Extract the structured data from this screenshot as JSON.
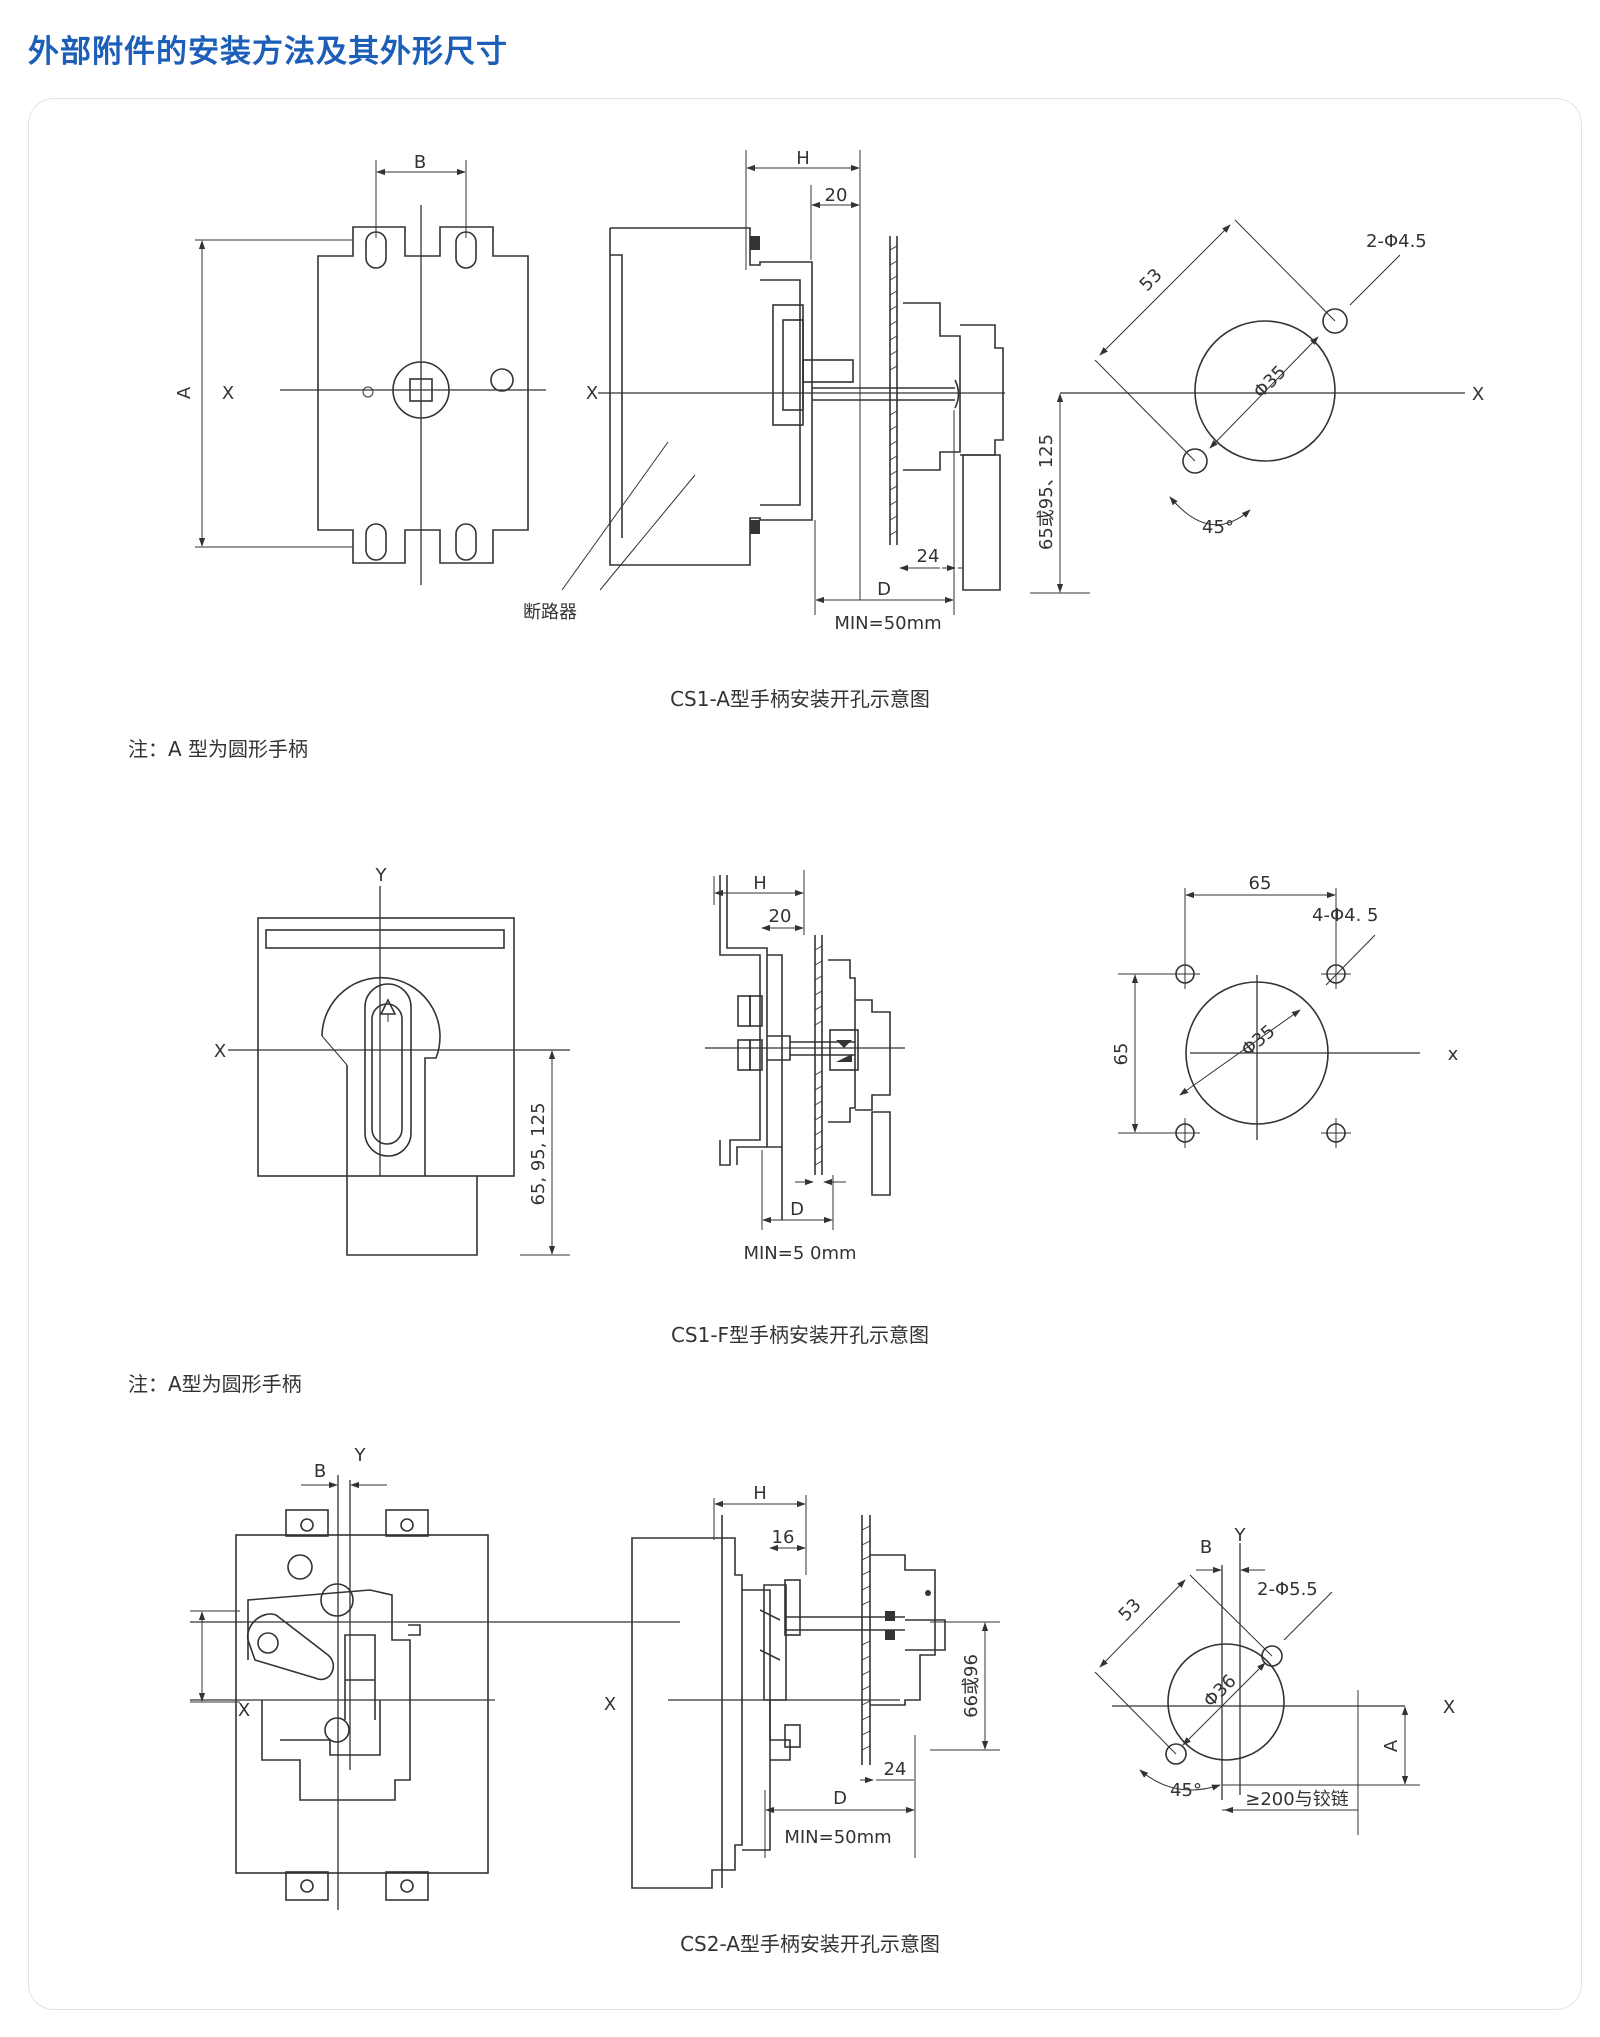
{
  "page": {
    "title": "外部附件的安装方法及其外形尺寸"
  },
  "section_a": {
    "caption": "CS1-A型手柄安装开孔示意图",
    "note": "注：A 型为圆形手柄",
    "front": {
      "dim_b": "B",
      "dim_a": "A",
      "axis_x": "X"
    },
    "side": {
      "dim_h": "H",
      "dim_20": "20",
      "dim_24": "24",
      "dim_d": "D",
      "min_text": "MIN=50mm",
      "axis_x": "X",
      "breaker_label": "断路器"
    },
    "cutout": {
      "dim_53": "53",
      "hole_label": "2-Φ4.5",
      "dia_label": "Φ35",
      "angle_label": "45°",
      "height_label": "65或95、125",
      "axis_x": "X"
    }
  },
  "section_f": {
    "caption": "CS1-F型手柄安装开孔示意图",
    "note": "注：A型为圆形手柄",
    "front": {
      "axis_y": "Y",
      "axis_x": "X",
      "height_label": "65, 95, 125"
    },
    "side": {
      "dim_h": "H",
      "dim_20": "20",
      "dim_d": "D",
      "min_text": "MIN=5 0mm"
    },
    "cutout": {
      "dim_65_top": "65",
      "hole_label": "4-Φ4. 5",
      "dia_label": "Φ35",
      "dim_65_left": "65",
      "axis_x": "x"
    }
  },
  "section_cs2": {
    "caption": "CS2-A型手柄安装开孔示意图",
    "front": {
      "dim_b": "B",
      "axis_y": "Y",
      "axis_x": "X"
    },
    "side": {
      "axis_x": "X",
      "dim_h": "H",
      "dim_16": "16",
      "dim_66": "66或96",
      "dim_24": "24",
      "dim_d": "D",
      "min_text": "MIN=50mm"
    },
    "cutout": {
      "dim_b": "B",
      "axis_y": "Y",
      "dim_53": "53",
      "hole_label": "2-Φ5.5",
      "dia_label": "Φ36",
      "angle_label": "45°",
      "dim_a": "A",
      "axis_x": "X",
      "hinge_label": "≥200与铰链"
    }
  }
}
